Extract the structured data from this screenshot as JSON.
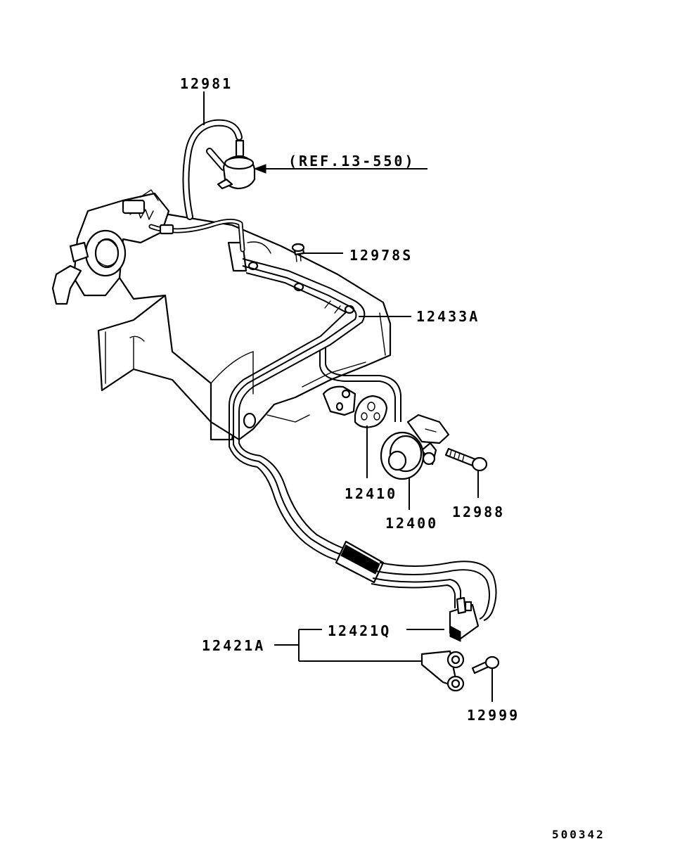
{
  "diagram_id": "500342",
  "reference_note": "(REF.13-550)",
  "parts": [
    {
      "key": "hose_top",
      "number": "12981"
    },
    {
      "key": "screw",
      "number": "12978S"
    },
    {
      "key": "pipe_assy",
      "number": "12433A"
    },
    {
      "key": "gasket",
      "number": "12410"
    },
    {
      "key": "egr_valve",
      "number": "12400"
    },
    {
      "key": "bolt_valve",
      "number": "12988"
    },
    {
      "key": "solenoid_assy",
      "number": "12421A"
    },
    {
      "key": "solenoid",
      "number": "12421Q"
    },
    {
      "key": "bolt_bracket",
      "number": "12999"
    }
  ]
}
